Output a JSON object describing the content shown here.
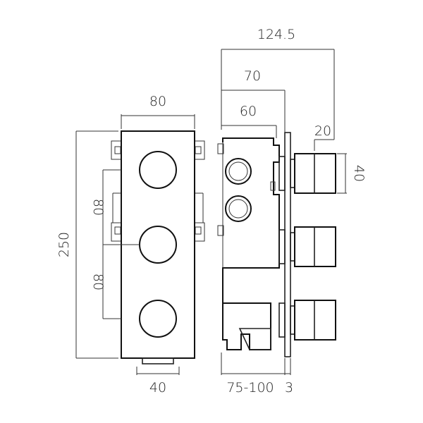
{
  "front_view": {
    "width_label": "80",
    "height_label": "250",
    "spacing_upper_label": "80",
    "spacing_lower_label": "80",
    "outlet_label": "40"
  },
  "side_view": {
    "overall_depth_label": "124.5",
    "depth_70_label": "70",
    "depth_60_label": "60",
    "handle_20_label": "20",
    "handle_40_label": "40",
    "wall_range_label": "75-100",
    "plate_label": "3"
  },
  "colors": {
    "line": "#222222",
    "background": "#ffffff"
  }
}
